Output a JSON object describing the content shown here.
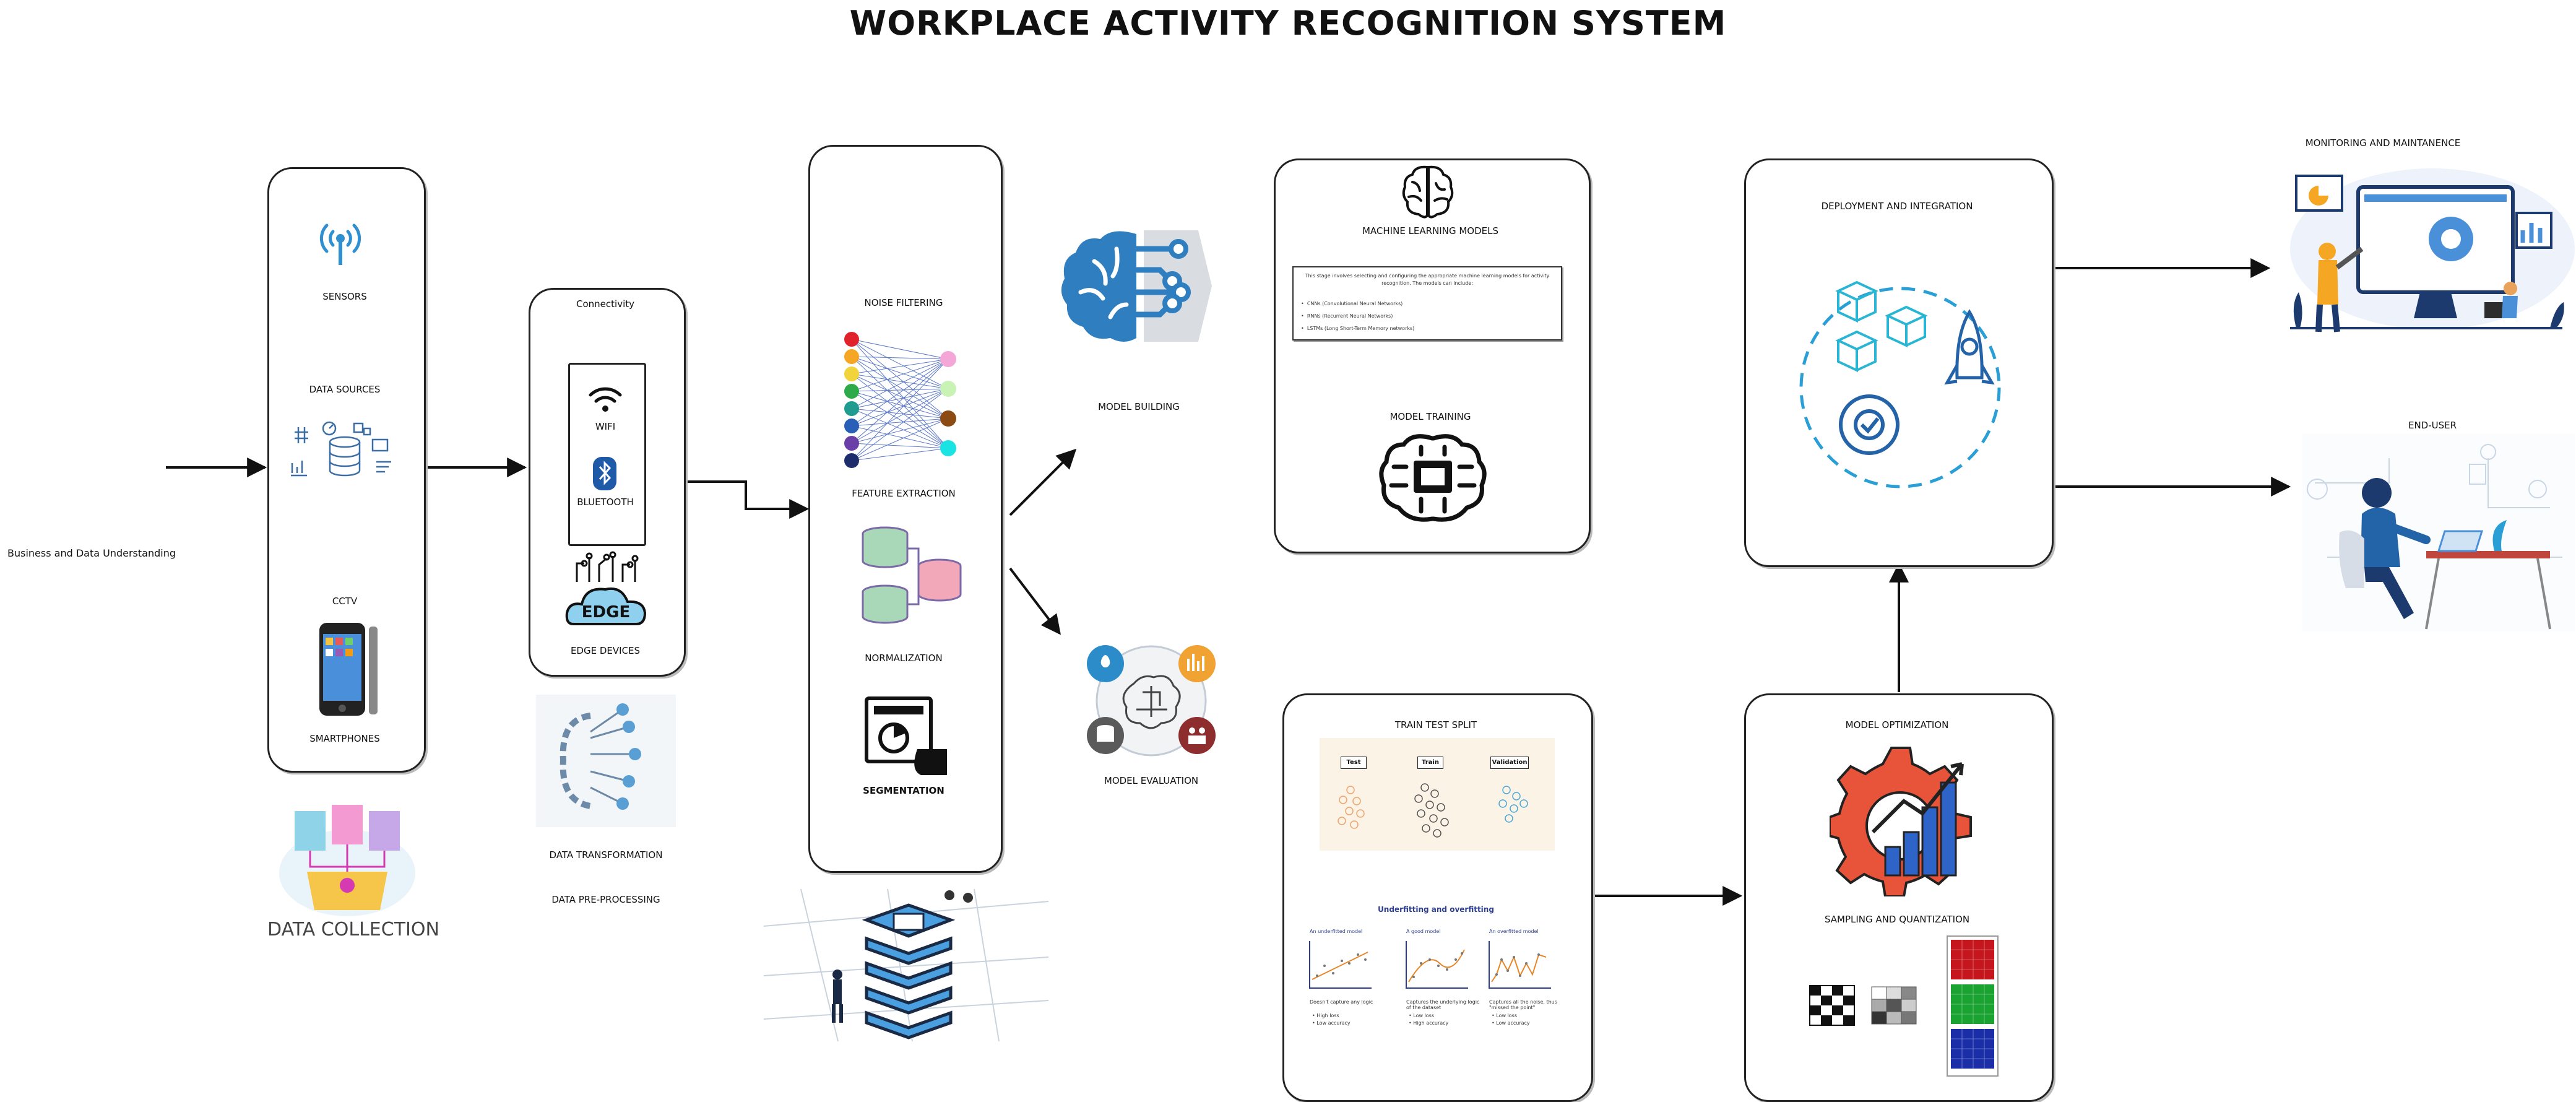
{
  "title": "WORKPLACE ACTIVITY RECOGNITION SYSTEM",
  "input_label": "Business and Data Understanding",
  "collection": {
    "sensors": "SENSORS",
    "data_sources": "DATA SOURCES",
    "cctv": "CCTV",
    "smartphones": "SMARTPHONES",
    "data_collection": "DATA COLLECTION"
  },
  "edge": {
    "connectivity": "Connectivity",
    "wifi": "WIFI",
    "bluetooth": "BLUETOOTH",
    "edge_badge": "EDGE",
    "edge_devices": "EDGE DEVICES",
    "data_transformation": "DATA TRANSFORMATION",
    "data_preprocessing": "DATA PRE-PROCESSING"
  },
  "preprocess": {
    "noise_filtering": "NOISE FILTERING",
    "feature_extraction": "FEATURE EXTRACTION",
    "normalization": "NORMALIZATION",
    "segmentation": "SEGMENTATION"
  },
  "modeling": {
    "model_building": "MODEL BUILDING",
    "model_evaluation": "MODEL EVALUATION"
  },
  "ml": {
    "title": "MACHINE LEARNING MODELS",
    "description": "This stage involves selecting and configuring the appropriate machine learning models for activity recognition. The models can include:",
    "models": [
      "CNNs (Convolutional Neural Networks)",
      "RNNs (Recurrent Neural Networks)",
      "LSTMs (Long Short-Term Memory networks)"
    ],
    "model_training": "MODEL TRAINING"
  },
  "split": {
    "title": "TRAIN TEST SPLIT",
    "tabs": [
      "Test",
      "Train",
      "Validation"
    ],
    "fitting_title": "Underfitting and overfitting",
    "panels": [
      {
        "head": "An underfitted model",
        "desc": "Doesn't capture any logic",
        "bullets": [
          "High loss",
          "Low accuracy"
        ]
      },
      {
        "head": "A good model",
        "desc": "Captures the underlying logic of the dataset",
        "bullets": [
          "Low loss",
          "High accuracy"
        ]
      },
      {
        "head": "An overfitted model",
        "desc": "Captures all the noise, thus \"missed the point\"",
        "bullets": [
          "Low loss",
          "Low accuracy"
        ]
      }
    ]
  },
  "deploy": {
    "title": "DEPLOYMENT AND INTEGRATION",
    "monitoring": "MONITORING AND MAINTANENCE",
    "end_user": "END-USER"
  },
  "optim": {
    "title": "MODEL OPTIMIZATION",
    "sampling": "SAMPLING AND QUANTIZATION"
  },
  "colors": {
    "line": "#111111",
    "accent_blue": "#2f8fd0",
    "accent_orange": "#e8543a",
    "accent_teal": "#19b5c7"
  }
}
